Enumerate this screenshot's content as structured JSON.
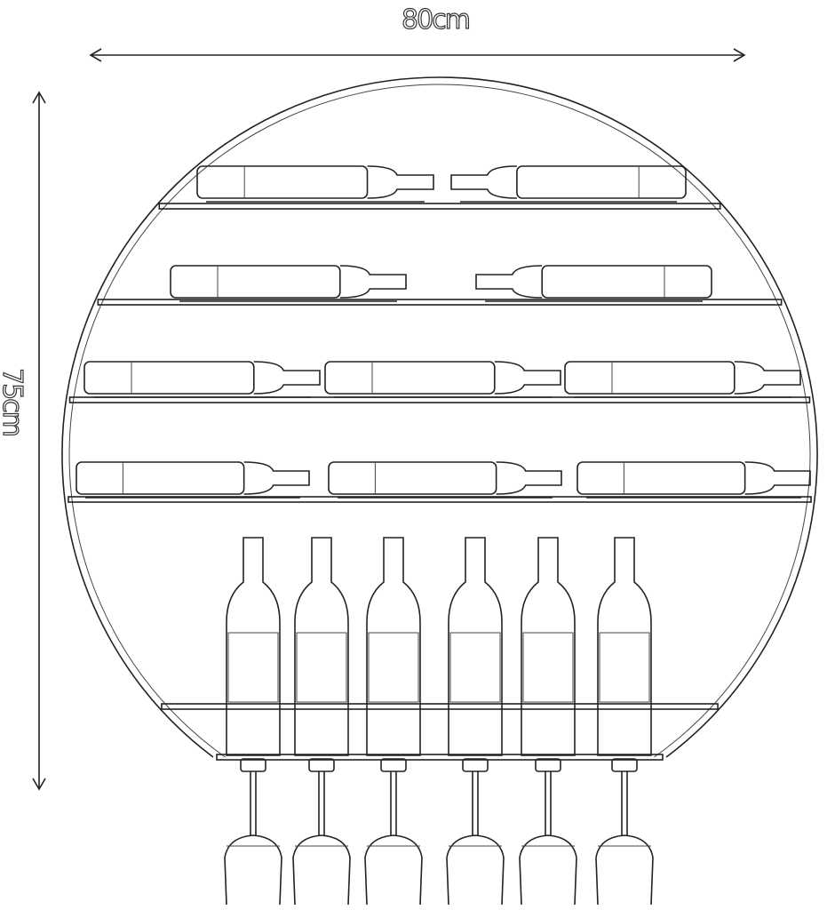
{
  "dimensions": {
    "width_label": "80cm",
    "height_label": "75cm"
  },
  "rack": {
    "shape": "round",
    "horizontal_bottle_rows": [
      2,
      2,
      3,
      3
    ],
    "upright_bottles": 6,
    "hanging_glasses": 6
  }
}
